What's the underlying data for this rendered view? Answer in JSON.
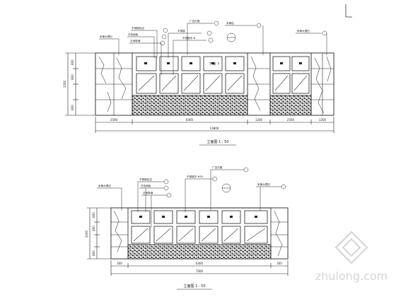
{
  "drawing_1": {
    "title": "立面图 1 : 50",
    "callouts": [
      "米黄大理石",
      "不锈钢包边",
      "白色面板",
      "艺术玻璃",
      "不锈钢",
      "不锈钢字 Φ",
      "广告灯箱",
      "米黄色"
    ],
    "door_label": "下滑 ↑",
    "dims_vertical": [
      "800",
      "3200",
      "800",
      "800"
    ],
    "dims_horizontal": [
      "2500",
      "6400",
      "1200",
      "2500",
      "1200"
    ],
    "dim_total": "13800"
  },
  "drawing_2": {
    "title": "立面图 1 : 50",
    "callouts": [
      "米黄大理石",
      "不锈钢包边",
      "白色面板",
      "艺术玻璃",
      "不锈钢字 Φ30",
      "广告灯箱"
    ],
    "dims_vertical": [
      "800",
      "3200",
      "800",
      "800"
    ],
    "dims_horizontal": [
      "300",
      "6400",
      "300"
    ],
    "dim_total": "7000"
  },
  "watermark": {
    "site": "zhulong.com"
  }
}
